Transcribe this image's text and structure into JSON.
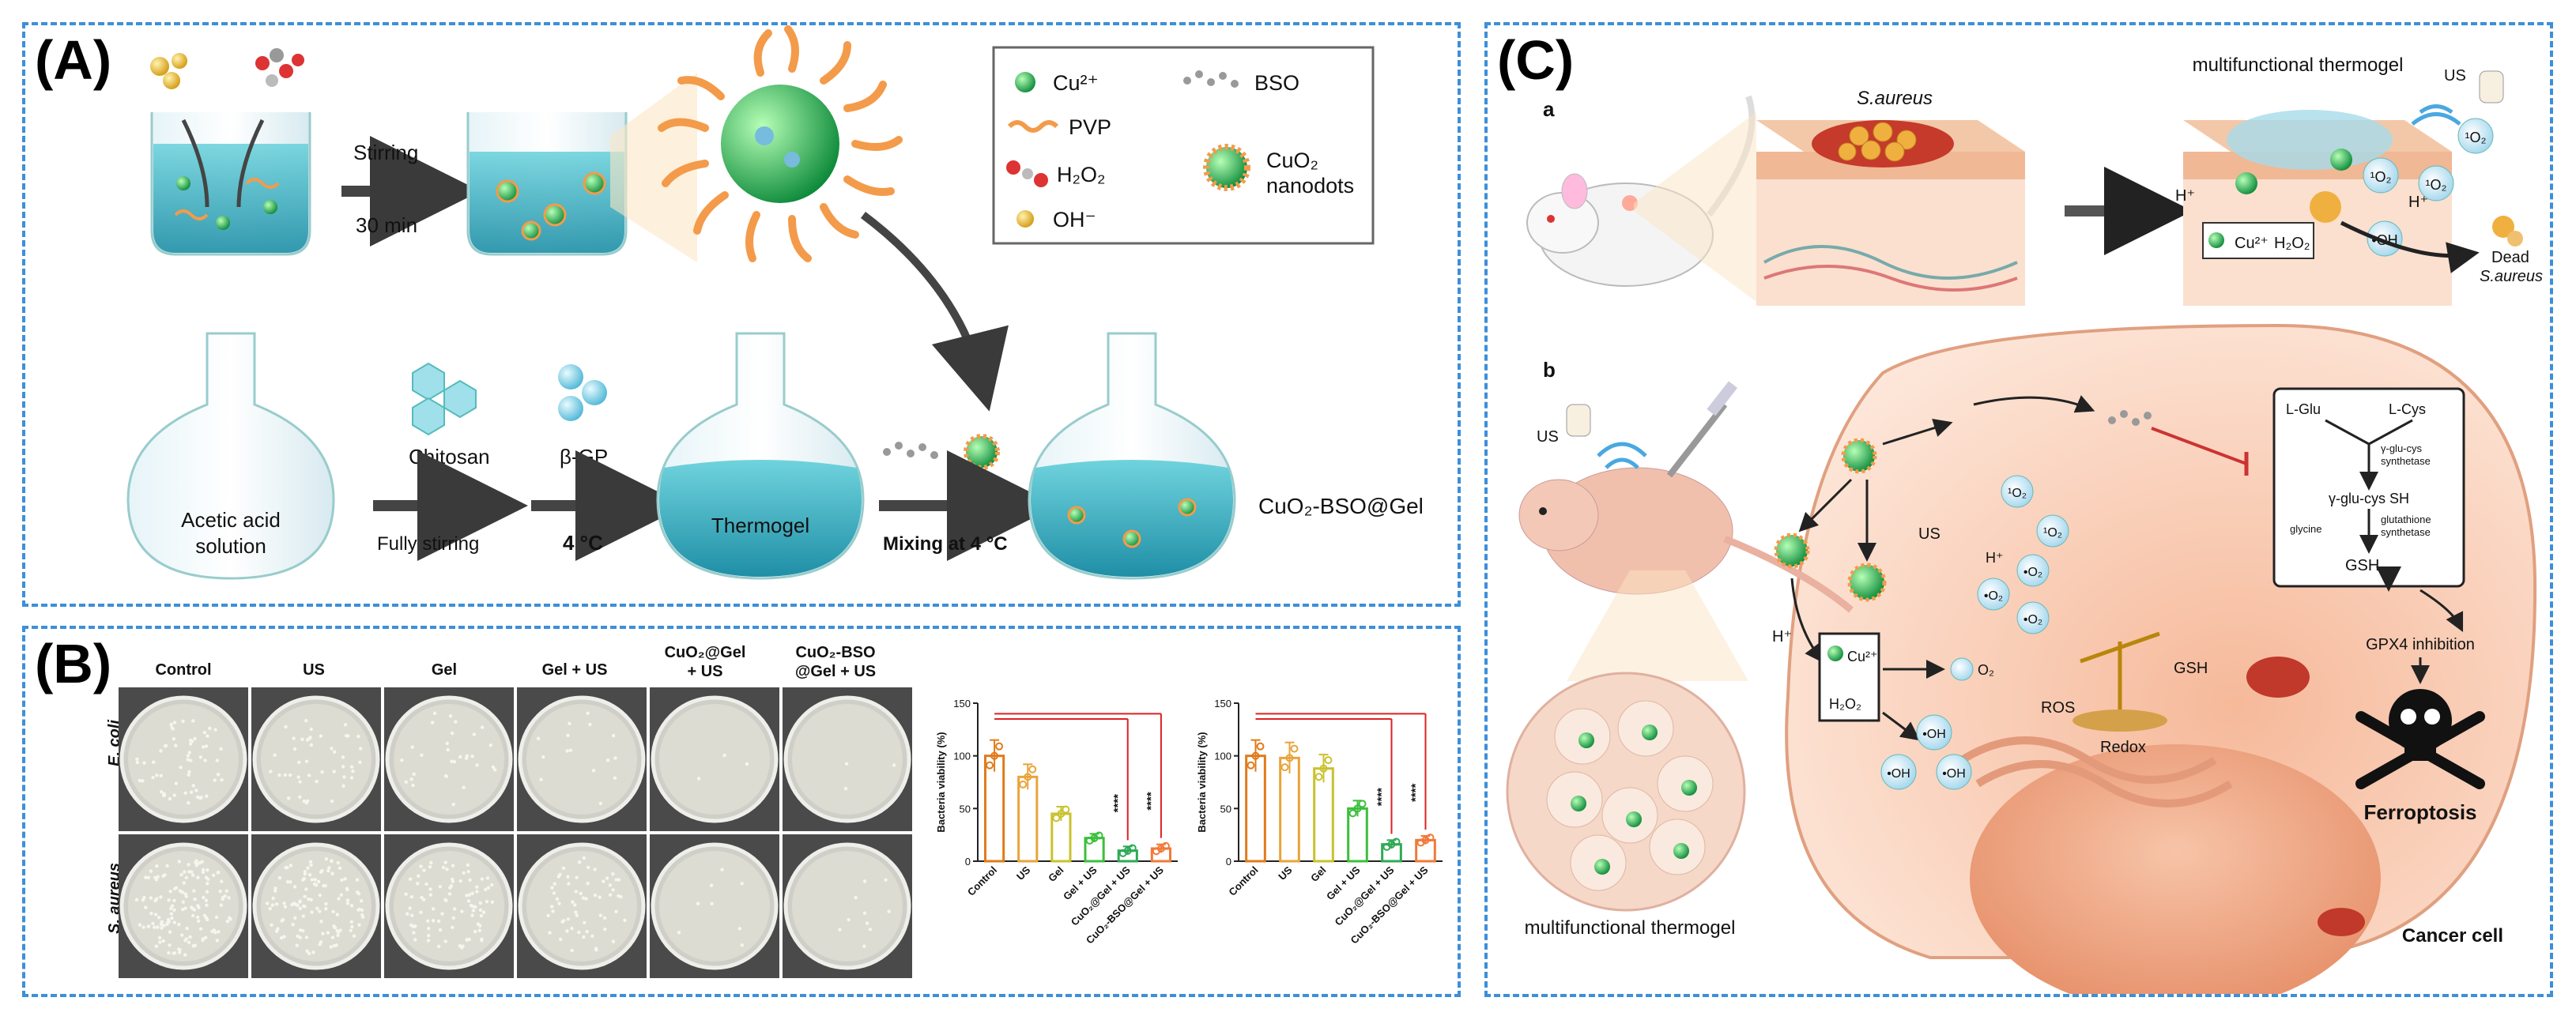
{
  "panelA": {
    "label": "(A)",
    "step1": {
      "line1": "Stirring",
      "line2": "30 min"
    },
    "legend": {
      "cu": "Cu²⁺",
      "pvp": "PVP",
      "h2o2": "H₂O₂",
      "oh": "OH⁻",
      "bso": "BSO",
      "cuo2_line1": "CuO₂",
      "cuo2_line2": "nanodots"
    },
    "flask1": {
      "line1": "Acetic acid",
      "line2": "solution"
    },
    "chitosan": "Chitosan",
    "fully_stirring": "Fully stirring",
    "bgp": "β-GP",
    "temp": "4 °C",
    "thermogel": "Thermogel",
    "mixing": "Mixing at 4 °C",
    "product": "CuO₂-BSO@Gel"
  },
  "panelB": {
    "label": "(B)",
    "columns": [
      "Control",
      "US",
      "Gel",
      "Gel + US",
      "CuO₂@Gel\n+ US",
      "CuO₂-BSO\n@Gel + US"
    ],
    "rows": [
      "E. coli",
      "S. aureus"
    ]
  },
  "chart_data": [
    {
      "type": "bar",
      "categories": [
        "Control",
        "US",
        "Gel",
        "Gel + US",
        "CuO₂@Gel + US",
        "CuO₂-BSO@Gel + US"
      ],
      "values": [
        100,
        80,
        45,
        22,
        10,
        12
      ],
      "ylabel": "Bacteria viability (%)",
      "ylim": [
        0,
        150
      ],
      "yticks": [
        0,
        50,
        100,
        150
      ],
      "significance": [
        "****",
        "****"
      ],
      "colors": [
        "#e07b1a",
        "#e8a43a",
        "#c9c22e",
        "#3cbf3c",
        "#2faa55",
        "#f07a3a"
      ]
    },
    {
      "type": "bar",
      "categories": [
        "Control",
        "US",
        "Gel",
        "Gel + US",
        "CuO₂@Gel + US",
        "CuO₂-BSO@Gel + US"
      ],
      "values": [
        100,
        98,
        88,
        50,
        16,
        20
      ],
      "ylabel": "Bacteria viability (%)",
      "ylim": [
        0,
        150
      ],
      "yticks": [
        0,
        50,
        100,
        150
      ],
      "significance": [
        "****",
        "****"
      ],
      "colors": [
        "#e07b1a",
        "#e8a43a",
        "#c9c22e",
        "#3cbf3c",
        "#2faa55",
        "#f07a3a"
      ]
    }
  ],
  "panelC": {
    "label": "(C)",
    "sub_a": "a",
    "sub_b": "b",
    "saureus": "S.aureus",
    "multifunctional": "multifunctional thermogel",
    "us": "US",
    "hplus": "H⁺",
    "o2single": "¹O₂",
    "oh": "•OH",
    "cu": "Cu²⁺",
    "h2o2": "H₂O₂",
    "dead1": "Dead",
    "dead2": "S.aureus",
    "lglu": "L-Glu",
    "lcys": "L-Cys",
    "gglu_syn1": "γ-glu-cys",
    "gglu_syn2": "synthetase",
    "gglucys_sh": "γ-glu-cys SH",
    "glycine": "glycine",
    "gsh_syn1": "glutathione",
    "gsh_syn2": "synthetase",
    "gsh": "GSH",
    "gpx4": "GPX4 inhibition",
    "ferroptosis": "Ferroptosis",
    "ros": "ROS",
    "redox": "Redox",
    "o2": "O₂",
    "o2rad": "•O₂",
    "thermogel_b": "multifunctional thermogel",
    "cancer_cell": "Cancer cell"
  }
}
